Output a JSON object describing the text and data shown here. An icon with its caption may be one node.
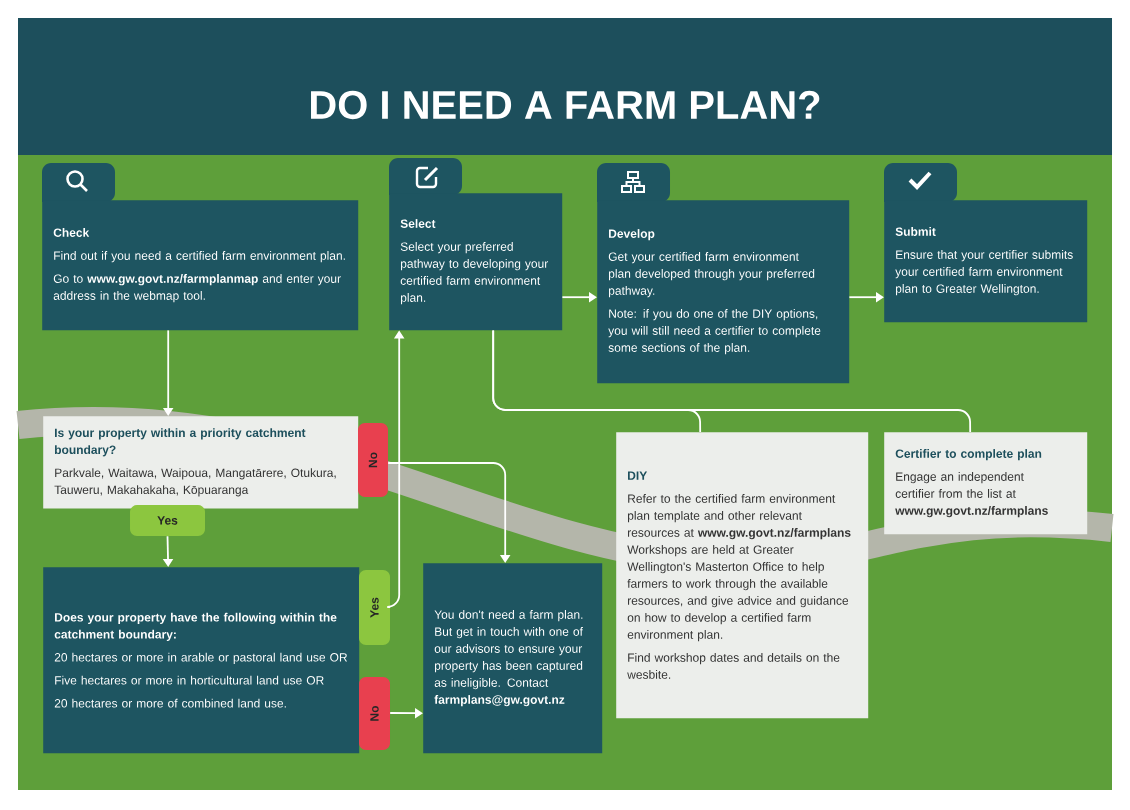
{
  "diagram": {
    "title": "DO I NEED A FARM PLAN?",
    "nodes": [
      {
        "text": [
          "Check",
          "Find out if you need a certified farm environment plan.",
          "Go to **www.gw.govt.nz/farmplanmap** and enter your address in the webmap tool."
        ]
      },
      {
        "text": [
          "Select",
          "Select your preferred pathway to developing your certified farm environment plan."
        ]
      },
      {
        "text": [
          "Develop",
          "Get your certified farm environment plan developed through your preferred pathway.",
          "Note: if you do one of the DIY options, you will still need a certifier to complete some sections of the plan."
        ]
      },
      {
        "text": [
          "Submit",
          "Ensure that your certifier submits your certified farm environment plan to Greater Wellington."
        ]
      },
      {
        "text": [
          "Is your property within a priority catchment boundary?",
          "Parkvale, Waitawa, Waipoua, Mangatārere, Otukura, Tauweru, Makahakaha, Kōpuaranga"
        ]
      },
      {
        "text": [
          "Does your property have the following within the catchment boundary:",
          "20 hectares or more in arable or pastoral land use OR",
          "Five hectares or more in horticultural land use OR",
          "20 hectares or more of combined land use."
        ]
      },
      {
        "text": [
          "You don't need a farm plan. But get in touch with one of our advisors to ensure your property has been captured as ineligible. Contact **farmplans@gw.govt.nz**"
        ]
      },
      {
        "text": [
          "DIY",
          "Refer to the certified farm environment plan template and other relevant resources at **www.gw.govt.nz/farmplans** Workshops are held at Greater Wellington's Masterton Office to help farmers to work through the available resources, and give advice and guidance on how to develop a certified farm environment plan.",
          "Find workshop dates and details on the wesbite."
        ]
      },
      {
        "text": [
          "Certifier to complete plan",
          "Engage an independent certifier from the list at **www.gw.govt.nz/farmplans**"
        ]
      },
      {
        "text": [
          "No"
        ]
      },
      {
        "text": [
          "Yes"
        ]
      },
      {
        "text": [
          "Yes"
        ]
      },
      {
        "text": [
          "No"
        ]
      }
    ],
    "edges": [
      {
        "from": 0,
        "to": 4,
        "arrow": "to"
      },
      {
        "from": 10,
        "to": 5,
        "arrow": "to"
      },
      {
        "from": 9,
        "to": 6,
        "arrow": "to"
      },
      {
        "from": 11,
        "to": 1,
        "arrow": "to"
      },
      {
        "from": 12,
        "to": 6,
        "arrow": "to"
      },
      {
        "from": 1,
        "to": 2,
        "arrow": "to"
      },
      {
        "from": 2,
        "to": 3,
        "arrow": "to"
      },
      {
        "from": 1,
        "to": 7,
        "arrow": "none"
      },
      {
        "from": 1,
        "to": 8,
        "arrow": "none"
      }
    ]
  }
}
